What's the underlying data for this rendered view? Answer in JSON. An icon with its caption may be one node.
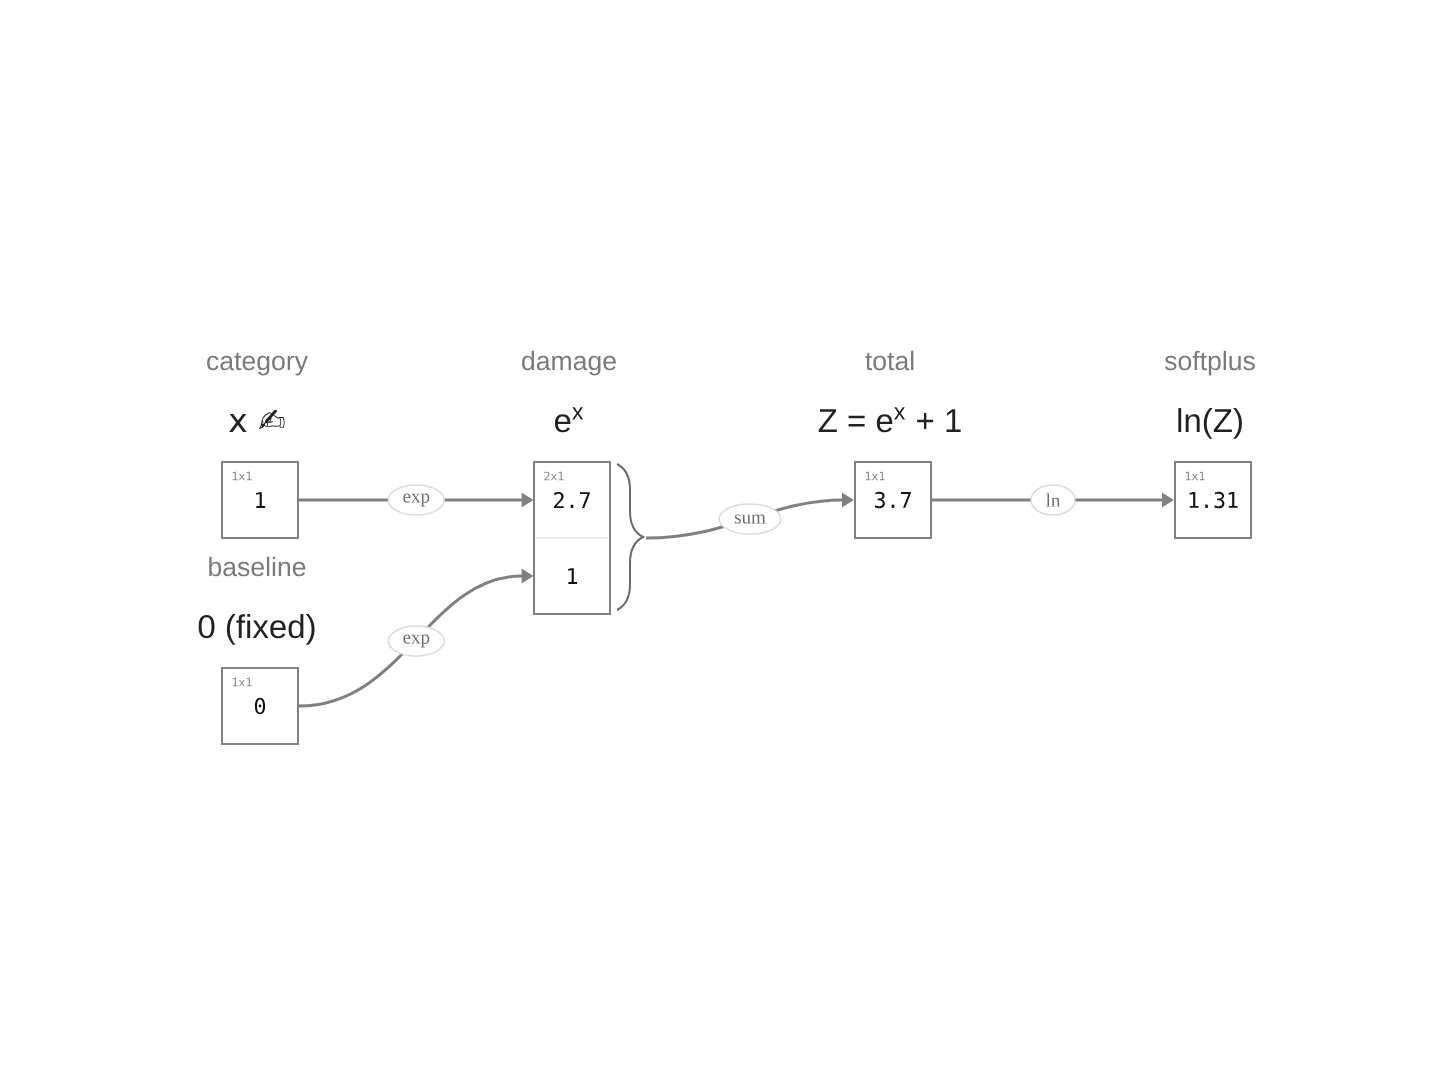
{
  "diagram": {
    "nodes": [
      {
        "text": [
          "category",
          "x ✍",
          "1x1",
          "1"
        ]
      },
      {
        "text": [
          "baseline",
          "0 (fixed)",
          "1x1",
          "0"
        ]
      },
      {
        "text": [
          "damage",
          "e$^{x}$",
          "2x1"
        ]
      },
      {
        "text": [
          "2.7"
        ],
        "in": 2
      },
      {
        "text": [
          "1"
        ],
        "in": 2
      },
      {
        "text": [
          "total",
          "Z = e$^{x}$ + 1",
          "1x1",
          "3.7"
        ]
      },
      {
        "text": [
          "softplus",
          "ln(Z)",
          "1x1",
          "1.31"
        ]
      }
    ],
    "edges": [
      {
        "from": 0,
        "to": 3,
        "arrow": "to",
        "label": "exp"
      },
      {
        "from": 1,
        "to": 4,
        "arrow": "to",
        "label": "exp"
      },
      {
        "from": 2,
        "to": 5,
        "arrow": "to",
        "label": "sum"
      },
      {
        "from": 5,
        "to": 6,
        "arrow": "to",
        "label": "ln"
      }
    ]
  }
}
